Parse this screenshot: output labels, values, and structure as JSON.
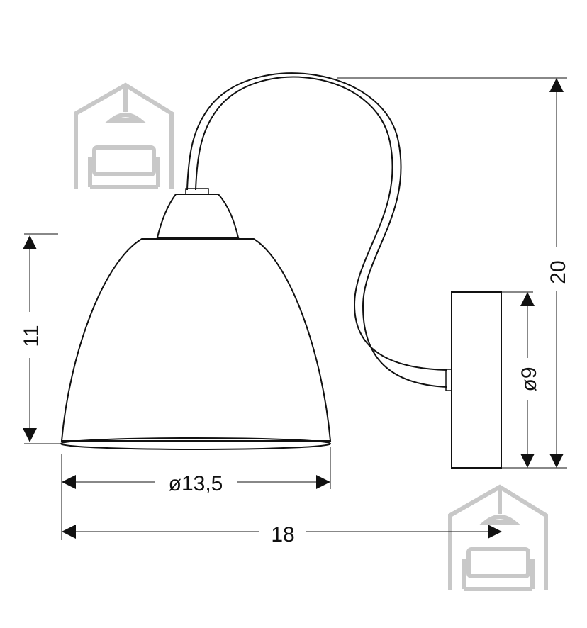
{
  "dimensions": {
    "height_total": "20",
    "shade_height": "11",
    "shade_diameter": "ø13,5",
    "width_total": "18",
    "base_diameter": "ø9"
  },
  "colors": {
    "line": "#111111",
    "watermark": "#c8c8c8",
    "background": "#ffffff"
  },
  "watermark": {
    "icon": "house-with-lamp-and-sofa-icon"
  }
}
